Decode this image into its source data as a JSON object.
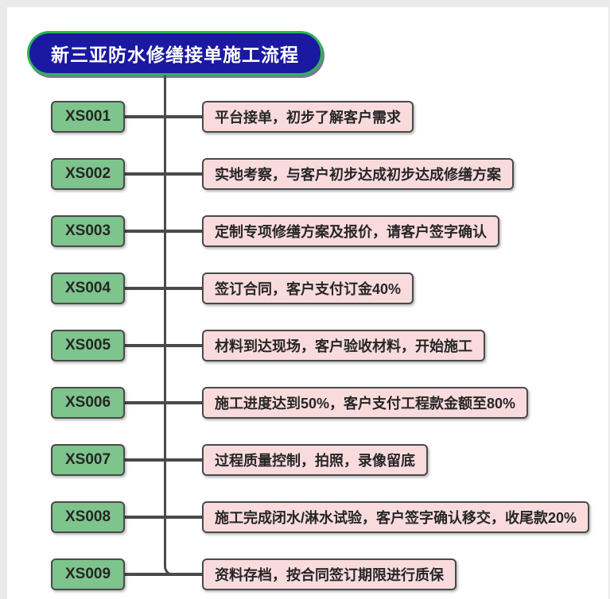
{
  "title": "新三亚防水修缮接单施工流程",
  "colors": {
    "frame": "#eaeaea",
    "canvas": "#ffffff",
    "title_bg": "#1b18a2",
    "title_border": "#2fb457",
    "title_text": "#ffffff",
    "node_green": "#7ec48d",
    "node_pink": "#f9dbde",
    "line": "#4a4a4a",
    "text": "#262626"
  },
  "steps": [
    {
      "code": "XS001",
      "desc": "平台接单，初步了解客户需求"
    },
    {
      "code": "XS002",
      "desc": "实地考察，与客户初步达成初步达成修缮方案"
    },
    {
      "code": "XS003",
      "desc": "定制专项修缮方案及报价，请客户签字确认"
    },
    {
      "code": "XS004",
      "desc": "签订合同，客户支付订金40%"
    },
    {
      "code": "XS005",
      "desc": "材料到达现场，客户验收材料，开始施工"
    },
    {
      "code": "XS006",
      "desc": "施工进度达到50%，客户支付工程款金额至80%"
    },
    {
      "code": "XS007",
      "desc": "过程质量控制，拍照，录像留底"
    },
    {
      "code": "XS008",
      "desc": "施工完成闭水/淋水试验，客户签字确认移交，收尾款20%"
    },
    {
      "code": "XS009",
      "desc": "资料存档，按合同签订期限进行质保"
    }
  ]
}
